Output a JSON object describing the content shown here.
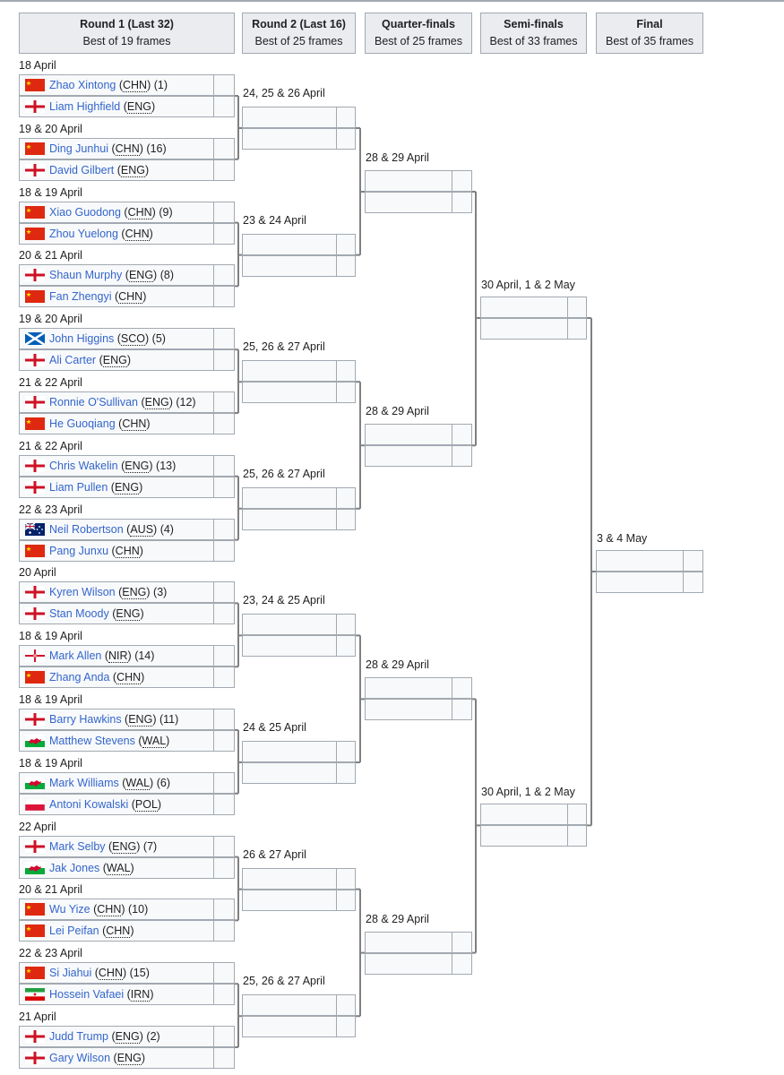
{
  "rounds": [
    {
      "title": "Round 1 (Last 32)",
      "format": "Best of 19 frames"
    },
    {
      "title": "Round 2 (Last 16)",
      "format": "Best of 25 frames"
    },
    {
      "title": "Quarter-finals",
      "format": "Best of 25 frames"
    },
    {
      "title": "Semi-finals",
      "format": "Best of 33 frames"
    },
    {
      "title": "Final",
      "format": "Best of 35 frames"
    }
  ],
  "round1": [
    {
      "date": "18 April",
      "players": [
        {
          "flag": "chn",
          "name": "Zhao Xintong",
          "nat": "CHN",
          "seed": "(1)"
        },
        {
          "flag": "eng",
          "name": "Liam Highfield",
          "nat": "ENG",
          "seed": ""
        }
      ]
    },
    {
      "date": "19 & 20 April",
      "players": [
        {
          "flag": "chn",
          "name": "Ding Junhui",
          "nat": "CHN",
          "seed": "(16)"
        },
        {
          "flag": "eng",
          "name": "David Gilbert",
          "nat": "ENG",
          "seed": ""
        }
      ]
    },
    {
      "date": "18 & 19 April",
      "players": [
        {
          "flag": "chn",
          "name": "Xiao Guodong",
          "nat": "CHN",
          "seed": "(9)"
        },
        {
          "flag": "chn",
          "name": "Zhou Yuelong",
          "nat": "CHN",
          "seed": ""
        }
      ]
    },
    {
      "date": "20 & 21 April",
      "players": [
        {
          "flag": "eng",
          "name": "Shaun Murphy",
          "nat": "ENG",
          "seed": "(8)"
        },
        {
          "flag": "chn",
          "name": "Fan Zhengyi",
          "nat": "CHN",
          "seed": ""
        }
      ]
    },
    {
      "date": "19 & 20 April",
      "players": [
        {
          "flag": "sco",
          "name": "John Higgins",
          "nat": "SCO",
          "seed": "(5)"
        },
        {
          "flag": "eng",
          "name": "Ali Carter",
          "nat": "ENG",
          "seed": ""
        }
      ]
    },
    {
      "date": "21 & 22 April",
      "players": [
        {
          "flag": "eng",
          "name": "Ronnie O'Sullivan",
          "nat": "ENG",
          "seed": "(12)"
        },
        {
          "flag": "chn",
          "name": "He Guoqiang",
          "nat": "CHN",
          "seed": ""
        }
      ]
    },
    {
      "date": "21 & 22 April",
      "players": [
        {
          "flag": "eng",
          "name": "Chris Wakelin",
          "nat": "ENG",
          "seed": "(13)"
        },
        {
          "flag": "eng",
          "name": "Liam Pullen",
          "nat": "ENG",
          "seed": ""
        }
      ]
    },
    {
      "date": "22 & 23 April",
      "players": [
        {
          "flag": "aus",
          "name": "Neil Robertson",
          "nat": "AUS",
          "seed": "(4)"
        },
        {
          "flag": "chn",
          "name": "Pang Junxu",
          "nat": "CHN",
          "seed": ""
        }
      ]
    },
    {
      "date": "20 April",
      "players": [
        {
          "flag": "eng",
          "name": "Kyren Wilson",
          "nat": "ENG",
          "seed": "(3)"
        },
        {
          "flag": "eng",
          "name": "Stan Moody",
          "nat": "ENG",
          "seed": ""
        }
      ]
    },
    {
      "date": "18 & 19 April",
      "players": [
        {
          "flag": "nir",
          "name": "Mark Allen",
          "nat": "NIR",
          "seed": "(14)"
        },
        {
          "flag": "chn",
          "name": "Zhang Anda",
          "nat": "CHN",
          "seed": ""
        }
      ]
    },
    {
      "date": "18 & 19 April",
      "players": [
        {
          "flag": "eng",
          "name": "Barry Hawkins",
          "nat": "ENG",
          "seed": "(11)"
        },
        {
          "flag": "wal",
          "name": "Matthew Stevens",
          "nat": "WAL",
          "seed": ""
        }
      ]
    },
    {
      "date": "18 & 19 April",
      "players": [
        {
          "flag": "wal",
          "name": "Mark Williams",
          "nat": "WAL",
          "seed": "(6)"
        },
        {
          "flag": "pol",
          "name": "Antoni Kowalski",
          "nat": "POL",
          "seed": ""
        }
      ]
    },
    {
      "date": "22 April",
      "players": [
        {
          "flag": "eng",
          "name": "Mark Selby",
          "nat": "ENG",
          "seed": "(7)"
        },
        {
          "flag": "wal",
          "name": "Jak Jones",
          "nat": "WAL",
          "seed": ""
        }
      ]
    },
    {
      "date": "20 & 21 April",
      "players": [
        {
          "flag": "chn",
          "name": "Wu Yize",
          "nat": "CHN",
          "seed": "(10)"
        },
        {
          "flag": "chn",
          "name": "Lei Peifan",
          "nat": "CHN",
          "seed": ""
        }
      ]
    },
    {
      "date": "22 & 23 April",
      "players": [
        {
          "flag": "chn",
          "name": "Si Jiahui",
          "nat": "CHN",
          "seed": "(15)"
        },
        {
          "flag": "irn",
          "name": "Hossein Vafaei",
          "nat": "IRN",
          "seed": ""
        }
      ]
    },
    {
      "date": "21 April",
      "players": [
        {
          "flag": "eng",
          "name": "Judd Trump",
          "nat": "ENG",
          "seed": "(2)"
        },
        {
          "flag": "eng",
          "name": "Gary Wilson",
          "nat": "ENG",
          "seed": ""
        }
      ]
    }
  ],
  "round2_dates": [
    "24, 25 & 26 April",
    "23 & 24 April",
    "25, 26 & 27 April",
    "25, 26 & 27 April",
    "23, 24 & 25 April",
    "24 & 25 April",
    "26 & 27 April",
    "25, 26 & 27 April"
  ],
  "qf_dates": [
    "28 & 29 April",
    "28 & 29 April",
    "28 & 29 April",
    "28 & 29 April"
  ],
  "sf_dates": [
    "30 April, 1 & 2 May",
    "30 April, 1 & 2 May"
  ],
  "final_date": "3 & 4 May",
  "colors": {
    "link": "#3366cc",
    "border": "#a2a9b1",
    "header_bg": "#eaecf0",
    "cell_bg": "#f8f9fa",
    "connector": "#808080"
  }
}
